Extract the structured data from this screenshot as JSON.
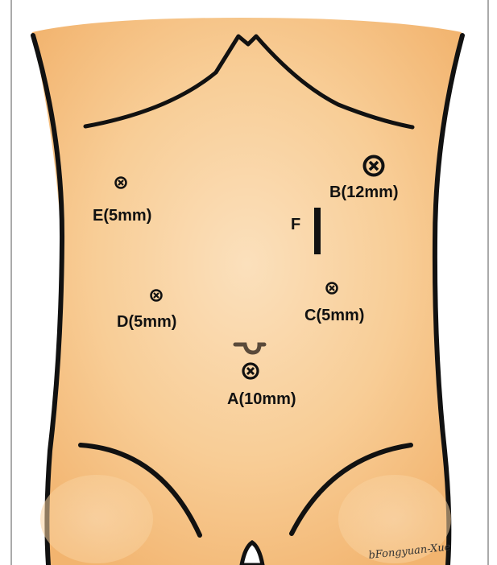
{
  "colors": {
    "skin_center": "#fbe0bc",
    "skin_mid": "#f8cd96",
    "skin_edge": "#f2b46f",
    "outline": "#111111",
    "navel": "#5a4a3a",
    "background": "#ffffff"
  },
  "ports": [
    {
      "id": "A",
      "label": "A(10mm)",
      "size": "large"
    },
    {
      "id": "B",
      "label": "B(12mm)",
      "size": "xlarge"
    },
    {
      "id": "C",
      "label": "C(5mm)",
      "size": "small"
    },
    {
      "id": "D",
      "label": "D(5mm)",
      "size": "small"
    },
    {
      "id": "E",
      "label": "E(5mm)",
      "size": "small"
    }
  ],
  "incision": {
    "label": "F"
  },
  "signature": "bFongyuan-Xue",
  "icons": [
    "trocar-port-icon",
    "incision-mark-icon",
    "navel-icon"
  ]
}
